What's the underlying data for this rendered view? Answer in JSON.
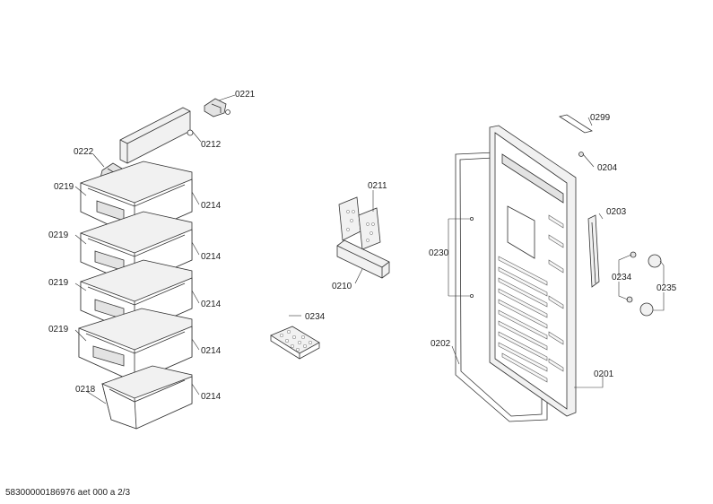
{
  "diagram": {
    "labels": {
      "p0221": "0221",
      "p0212": "0212",
      "p0222": "0222",
      "p0219a": "0219",
      "p0219b": "0219",
      "p0219c": "0219",
      "p0219d": "0219",
      "p0214a": "0214",
      "p0214b": "0214",
      "p0214c": "0214",
      "p0214d": "0214",
      "p0214e": "0214",
      "p0218": "0218",
      "p0211": "0211",
      "p0210": "0210",
      "p0234a": "0234",
      "p0299": "0299",
      "p0204": "0204",
      "p0203": "0203",
      "p0230": "0230",
      "p0234b": "0234",
      "p0235": "0235",
      "p0202": "0202",
      "p0201": "0201"
    },
    "footer": "58300000186976 aet 000 a 2/3"
  }
}
